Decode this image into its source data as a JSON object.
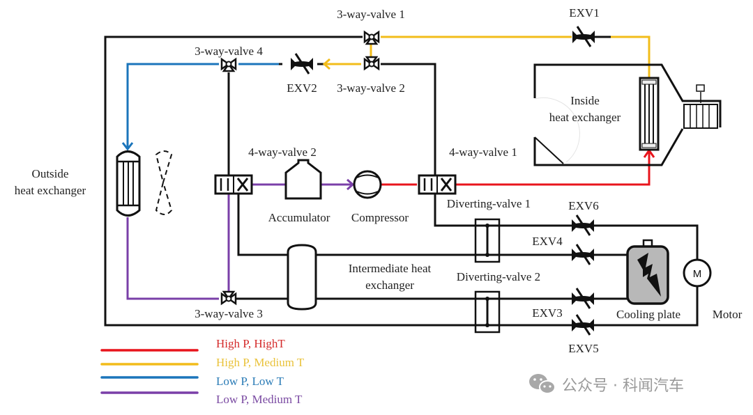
{
  "colors": {
    "high_p_high_t": "#e8141c",
    "high_p_medium_t": "#f2bc1a",
    "low_p_low_t": "#1b75bb",
    "low_p_medium_t": "#7a3fa8",
    "line_black": "#111111",
    "cooling_plate_fill": "#b8b8b8",
    "watermark": "#9a9a9a"
  },
  "labels": {
    "three_way_valve_1": "3-way-valve 1",
    "three_way_valve_2": "3-way-valve 2",
    "three_way_valve_3": "3-way-valve 3",
    "three_way_valve_4": "3-way-valve 4",
    "exv1": "EXV1",
    "exv2": "EXV2",
    "exv3": "EXV3",
    "exv4": "EXV4",
    "exv5": "EXV5",
    "exv6": "EXV6",
    "inside_hx_line1": "Inside",
    "inside_hx_line2": "heat exchanger",
    "outside_hx_line1": "Outside",
    "outside_hx_line2": "heat exchanger",
    "four_way_valve_1": "4-way-valve 1",
    "four_way_valve_2": "4-way-valve 2",
    "accumulator": "Accumulator",
    "compressor": "Compressor",
    "diverting_valve_1": "Diverting-valve 1",
    "diverting_valve_2": "Diverting-valve 2",
    "intermediate_hx_line1": "Intermediate heat",
    "intermediate_hx_line2": "exchanger",
    "cooling_plate": "Cooling plate",
    "motor": "Motor",
    "motor_symbol": "M"
  },
  "legend": [
    {
      "label": "High P, HighT",
      "color_key": "high_p_high_t"
    },
    {
      "label": "High P, Medium T",
      "color_key": "high_p_medium_t"
    },
    {
      "label": "Low P, Low T",
      "color_key": "low_p_low_t"
    },
    {
      "label": "Low P, Medium T",
      "color_key": "low_p_medium_t"
    }
  ],
  "watermark": {
    "icon": "wechat-icon",
    "text": "公众号 · 科闻汽车"
  }
}
